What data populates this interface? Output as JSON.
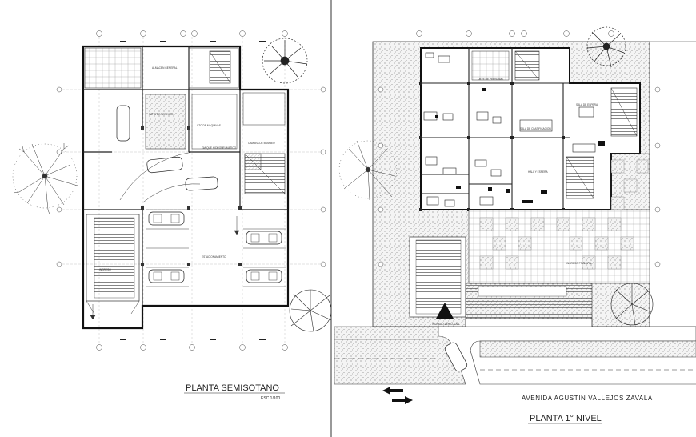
{
  "plans": {
    "left": {
      "title": "PLANTA SEMISOTANO",
      "scale": "ESC 1/100"
    },
    "right": {
      "title": "PLANTA 1° NIVEL",
      "street": "AVENIDA AGUSTIN VALLEJOS ZAVALA"
    }
  },
  "room_labels": {
    "almacen_general": "ALMACEN GENERAL",
    "patio_servicio": "PATIO DE SERVICIO",
    "cto_maquinas": "CTO DE MAQUINAS",
    "tanque": "TANQUE HIDRONEUMATICO",
    "camara_bombeo": "CAMARA DE BOMBEO",
    "estacionamiento": "ESTACIONAMIENTO",
    "ingreso": "INGRESO",
    "jefe_personal": "JEFE DE PERSONAL",
    "sala_espera": "SALA DE ESPERA",
    "sala_clasificacion": "SALA DE CLASIFICACION",
    "hall_espera": "HALL Y ESPERA",
    "ingreso_principal": "INGRESO PRINCIPAL",
    "ingreso_vehicular": "INGRESO VEHICULAR"
  }
}
